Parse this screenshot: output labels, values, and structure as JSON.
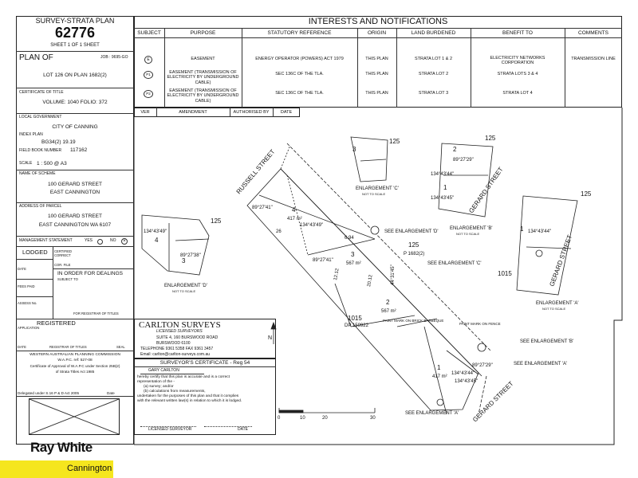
{
  "left_panel": {
    "plan_type": "SURVEY-STRATA PLAN",
    "plan_number": "62776",
    "sheet": "SHEET 1 OF 1 SHEET",
    "plan_of_label": "PLAN OF",
    "job": "JOB : 9695-GO",
    "lot": "LOT 126 ON PLAN 1682(2)",
    "certificate_label": "CERTIFICATE OF TITLE",
    "volume_folio": "VOLUME: 1040 FOLIO: 372",
    "local_gov_label": "LOCAL GOVERNMENT",
    "local_gov": "CITY OF CANNING",
    "index_plan_label": "INDEX PLAN",
    "index_plan": "BG34(2) 19.19",
    "field_book_label": "FIELD BOOK NUMBER",
    "field_book": "117162",
    "scale_label": "SCALE",
    "scale": "1 : 500 @ A3",
    "scheme_name_label": "NAME OF SCHEME",
    "scheme_line1": "100 GERARD STREET",
    "scheme_line2": "EAST CANNINGTON",
    "address_label": "ADDRESS OF PARCEL",
    "address_line1": "100 GERARD STREET",
    "address_line2": "EAST CANNINGTON WA 6107",
    "mgmt_statement": "MANAGEMENT STATEMENT",
    "yes": "YES",
    "no": "NO",
    "lodged": "LODGED",
    "certified_correct": "CERTIFIED CORRECT",
    "date": "DATE",
    "cor_file": "COR. FILE",
    "in_order": "IN ORDER FOR DEALINGS",
    "subject_to": "SUBJECT TO",
    "fees_paid": "FEES PAID",
    "assess_no": "ASSESS No.",
    "for_registrar": "FOR REGISTRAR OF TITLES",
    "registered": "REGISTERED",
    "application": "APPLICATION",
    "date_2": "DATE",
    "registrar": "REGISTRAR OF TITLES",
    "seal": "SEAL",
    "wapc_title": "WESTERN AUSTRALIAN PLANNING COMMISSION",
    "wapc_ref": "W.A.P.C. ref: 527-08",
    "wapc_cert1": "Certificate of Approval of W.A.P.C under Section 25B(2)",
    "wapc_cert2": "of Strata Titles Act 1985",
    "delegated": "Delegated under S.16 P & D Act 2005",
    "date_3": "Date"
  },
  "interests": {
    "title": "INTERESTS AND NOTIFICATIONS",
    "headers": [
      "SUBJECT",
      "PURPOSE",
      "STATUTORY REFERENCE",
      "ORIGIN",
      "LAND BURDENED",
      "BENEFIT TO",
      "COMMENTS"
    ],
    "rows": [
      {
        "subject": "E",
        "purpose": "EASEMENT",
        "reference": "ENERGY OPERATOR (POWERS) ACT 1979",
        "origin": "THIS PLAN",
        "burdened": "STRATA LOT 1 & 2",
        "benefit": "ELECTRICITY NETWORKS CORPORATION",
        "comments": "TRANSMISSION LINE"
      },
      {
        "subject": "P1",
        "purpose": "EASEMENT (TRANSMISSION OF ELECTRICITY BY UNDERGROUND CABLE)",
        "reference": "SEC 136C OF THE TLA.",
        "origin": "THIS PLAN",
        "burdened": "STRATA LOT 2",
        "benefit": "STRATA LOTS 3 & 4",
        "comments": ""
      },
      {
        "subject": "P2",
        "purpose": "EASEMENT (TRANSMISSION OF ELECTRICITY BY UNDERGROUND CABLE)",
        "reference": "SEC 136C OF THE TLA.",
        "origin": "THIS PLAN",
        "burdened": "STRATA LOT 3",
        "benefit": "STRATA LOT 4",
        "comments": ""
      }
    ],
    "amend_headers": [
      "VER",
      "AMENDMENT",
      "AUTHORISED BY",
      "DATE"
    ]
  },
  "plan": {
    "russell_street": "RUSSELL STREET",
    "gerard_street": "GERARD STREET",
    "lot_125": "125",
    "lot_1015": "1015",
    "dp": "DP 159922",
    "p_ref": "P 1682(2)",
    "lot_1": "1",
    "lot_2": "2",
    "lot_3": "3",
    "lot_4": "4",
    "area_4": "417 m²",
    "area_3": "567 m²",
    "area_2": "567 m²",
    "area_1": "417 m²",
    "enl_a": "ENLARGEMENT 'A'",
    "enl_b": "ENLARGEMENT 'B'",
    "enl_c": "ENLARGEMENT 'C'",
    "enl_d": "ENLARGEMENT 'D'",
    "not_to_scale": "NOT TO SCALE",
    "see_a": "SEE ENLARGEMENT 'A'",
    "see_b": "SEE ENLARGEMENT 'B'",
    "see_c": "SEE ENLARGEMENT 'C'",
    "see_d": "SEE ENLARGEMENT 'D'",
    "paint_mark_bbq": "PAINT MARK ON BRICK BARBEQUE",
    "paint_mark_fence": "PAINT MARK ON FENCE",
    "bearing_1": "89°27'41\"",
    "bearing_2": "134°43'49\"",
    "bearing_3": "134°43'44\"",
    "bearing_4": "134°43'45\"",
    "bearing_5": "89°27'29\"",
    "bearing_6": "89°27'38\"",
    "bearing_7": "44°31'45\"",
    "dist_26": "26",
    "dist_20_12": "20.12",
    "dist_12_12": "12.12",
    "dist_6_94": "6.94",
    "north": "N",
    "scale_ticks": [
      "0",
      "10",
      "20",
      "30"
    ]
  },
  "surveyor": {
    "firm": "CARLTON SURVEYS",
    "subtitle": "LICENSED SURVEYORS",
    "address1": "SUITE 4, 160 BURSWOOD ROAD",
    "address2": "BURSWOOD 6100",
    "phone": "TELEPHONE 9361 5358 FAX 9361 3457",
    "email": "Email: carlton@carlton-surveys.com.au",
    "cert_title": "SURVEYOR'S CERTIFICATE - Reg 54",
    "surveyor_name": "GARY CARLTON",
    "cert_line1": "hereby certify that this plan is accurate and is a correct",
    "cert_line2": "representation of the -",
    "cert_line3": "(a) survey; and/or",
    "cert_line4": "(b) calculations from measurements,",
    "cert_line5": "undertaken for the purposes of this plan and that it complies",
    "cert_line6": "with the relevant written law(s) in relation to which it is lodged.",
    "licensed_surveyor": "LICENSED SURVEYOR",
    "date": "DATE"
  },
  "brand": {
    "name": "Ray White",
    "office": "Cannington",
    "accent": "#f5e61e"
  }
}
